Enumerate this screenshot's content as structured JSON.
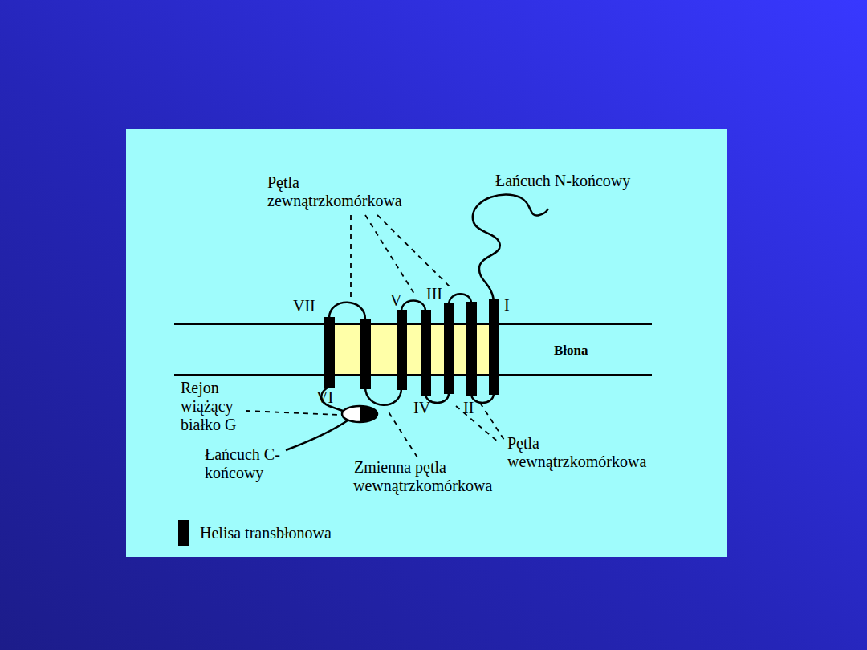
{
  "diagram": {
    "labels": [
      "Pętla zewnątrzkomórkowa",
      "Łańcuch N-końcowy",
      "VII",
      "V",
      "III",
      "I",
      "Błona",
      "Rejon wiążący białko G",
      "VI",
      "IV",
      "II",
      "Łańcuch C-końcowy",
      "Zmienna pętla wewnątrzkomórkowa",
      "Pętla wewnątrzkomórkowa"
    ],
    "legend": [
      {
        "text": "Helisa transbłonowa",
        "color": "#000000"
      }
    ]
  }
}
